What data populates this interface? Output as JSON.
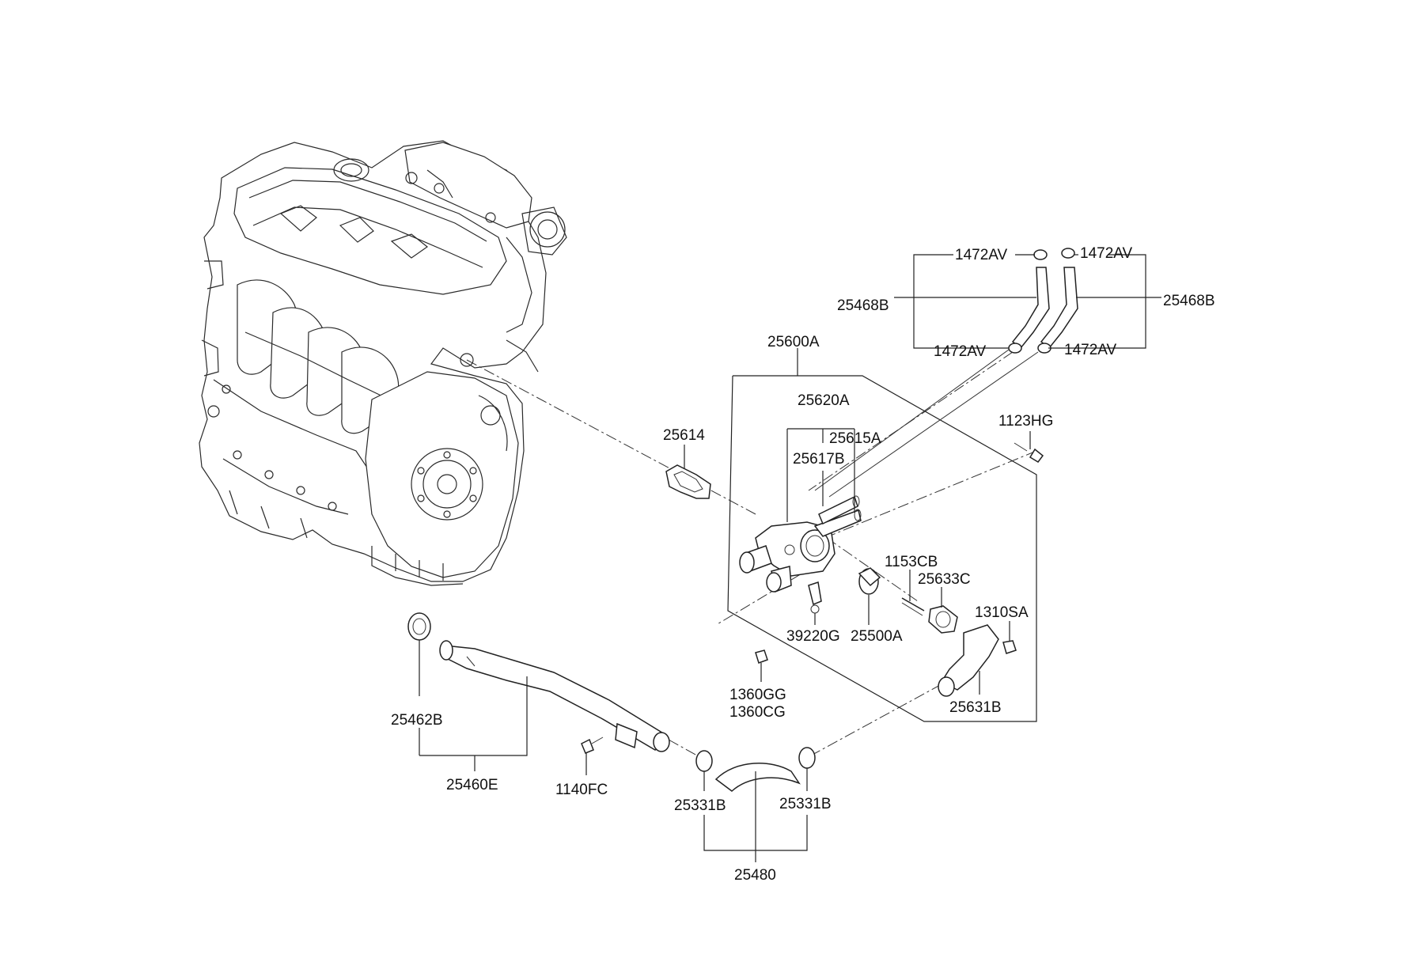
{
  "parts": {
    "p1472av_a": "1472AV",
    "p1472av_b": "1472AV",
    "p1472av_c": "1472AV",
    "p1472av_d": "1472AV",
    "p25468b_left": "25468B",
    "p25468b_right": "25468B",
    "p25600a": "25600A",
    "p25620a": "25620A",
    "p25615a": "25615A",
    "p25617b": "25617B",
    "p1123hg": "1123HG",
    "p25614": "25614",
    "p1153cb": "1153CB",
    "p25633c": "25633C",
    "p1310sa": "1310SA",
    "p39220g": "39220G",
    "p25500a": "25500A",
    "p1360gg": "1360GG",
    "p1360cg": "1360CG",
    "p25631b": "25631B",
    "p25462b": "25462B",
    "p25460e": "25460E",
    "p1140fc": "1140FC",
    "p25331b_left": "25331B",
    "p25331b_right": "25331B",
    "p25480": "25480"
  }
}
